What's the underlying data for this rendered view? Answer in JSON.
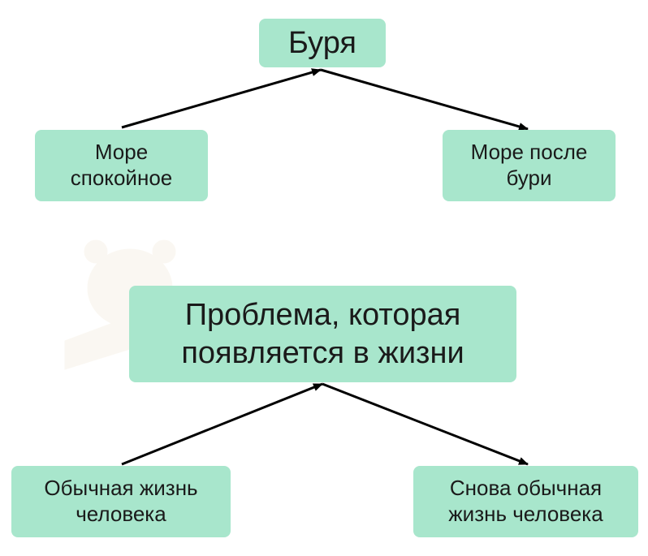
{
  "diagram1": {
    "top": "Буря",
    "left": "Море\nспокойное",
    "right": "Море после\nбури"
  },
  "diagram2": {
    "top": "Проблема, которая\nпоявляется в жизни",
    "left": "Обычная жизнь\nчеловека",
    "right": "Снова обычная\nжизнь человека"
  },
  "colors": {
    "box_fill": "#a8e6cc",
    "arrow": "#000000"
  }
}
